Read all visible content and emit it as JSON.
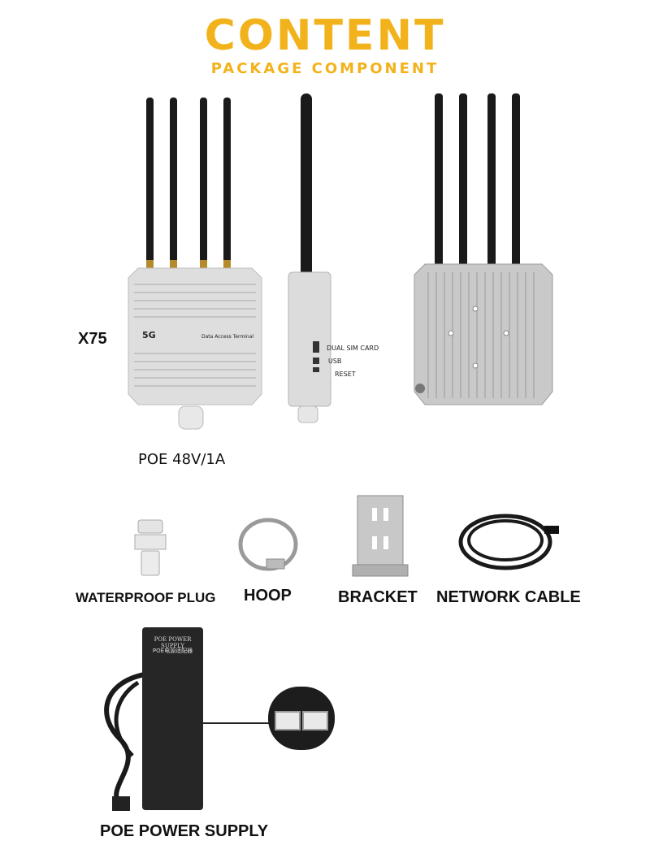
{
  "header": {
    "title": "CONTENT",
    "subtitle": "PACKAGE COMPONENT"
  },
  "device": {
    "model": "X75",
    "power_rating": "POE 48V/1A",
    "front_brand": "5G",
    "front_label": "Data Access Terminal",
    "side_ports": [
      "DUAL SIM CARD",
      "USB",
      "RESET"
    ]
  },
  "accessories": [
    {
      "label": "WATERPROOF PLUG"
    },
    {
      "label": "HOOP"
    },
    {
      "label": "BRACKET"
    },
    {
      "label": "NETWORK CABLE"
    }
  ],
  "power_supply": {
    "label": "POE POWER SUPPLY",
    "case_title": "POE POWER SUPPLY",
    "case_subtitle": "POE电源适配器"
  },
  "colors": {
    "accent": "#f2b21b",
    "housing": "#d9d9d9",
    "antenna": "#1a1a1a"
  }
}
